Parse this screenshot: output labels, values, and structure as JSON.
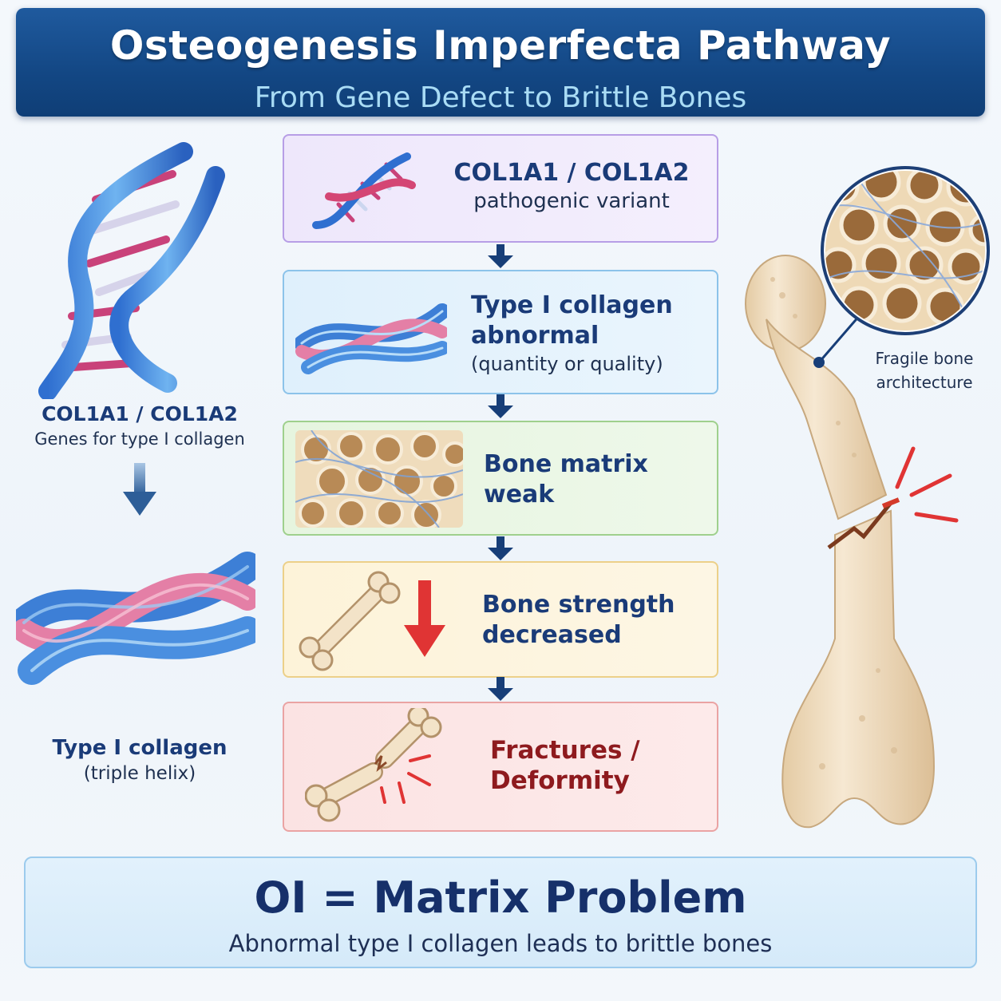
{
  "header": {
    "title": "Osteogenesis Imperfecta Pathway",
    "subtitle": "From Gene Defect to Brittle Bones"
  },
  "left_panel": {
    "gene_title": "COL1A1 / COL1A2",
    "gene_subtitle": "Genes for type I collagen",
    "collagen_title": "Type I collagen",
    "collagen_subtitle": "(triple helix)"
  },
  "steps": [
    {
      "title": "COL1A1 / COL1A2",
      "subtitle": "pathogenic variant",
      "icon": "dna-icon"
    },
    {
      "title_line1": "Type I collagen",
      "title_line2": "abnormal",
      "subtitle": "(quantity or quality)",
      "icon": "collagen-fibers-icon"
    },
    {
      "title_line1": "Bone matrix",
      "title_line2": "weak",
      "icon": "bone-matrix-icon"
    },
    {
      "title_line1": "Bone strength",
      "title_line2": "decreased",
      "icon": "bone-icon"
    },
    {
      "title_line1": "Fractures /",
      "title_line2": "Deformity",
      "icon": "broken-bone-icon"
    }
  ],
  "right_panel": {
    "callout_line1": "Fragile bone",
    "callout_line2": "architecture"
  },
  "banner": {
    "title": "OI = Matrix Problem",
    "subtitle": "Abnormal type I collagen leads to brittle bones"
  },
  "colors": {
    "header_bg": "#134784",
    "navy_text": "#1a3b78",
    "arrow": "#173e78",
    "alert_red": "#e03434",
    "bone": "#efdcc0"
  }
}
